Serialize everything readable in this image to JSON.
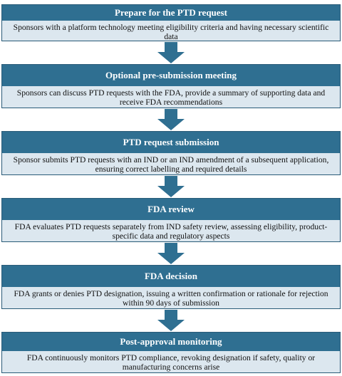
{
  "steps": [
    {
      "title": "Prepare for the PTD request",
      "text": "Sponsors with a platform technology meeting eligibility criteria and having necessary scientific data"
    },
    {
      "title": "Optional pre-submission meeting",
      "text": "Sponsors can discuss PTD requests with the FDA, provide a summary of supporting data and receive FDA recommendations"
    },
    {
      "title": "PTD request submission",
      "text": "Sponsor submits PTD requests with an IND or an IND amendment of a subsequent application, ensuring correct labelling and required details"
    },
    {
      "title": "FDA review",
      "text": "FDA evaluates PTD requests separately from IND safety review, assessing eligibility, product-specific data and regulatory aspects"
    },
    {
      "title": "FDA decision",
      "text": "FDA grants or denies PTD designation, issuing a written confirmation or rationale for rejection within 90 days of submission"
    },
    {
      "title": "Post-approval monitoring",
      "text": "FDA continuously monitors PTD compliance, revoking designation if safety, quality or manufacturing concerns arise"
    }
  ],
  "colors": {
    "header": "#2f6f91",
    "body": "#dce7ef",
    "arrow": "#2f6f91"
  }
}
